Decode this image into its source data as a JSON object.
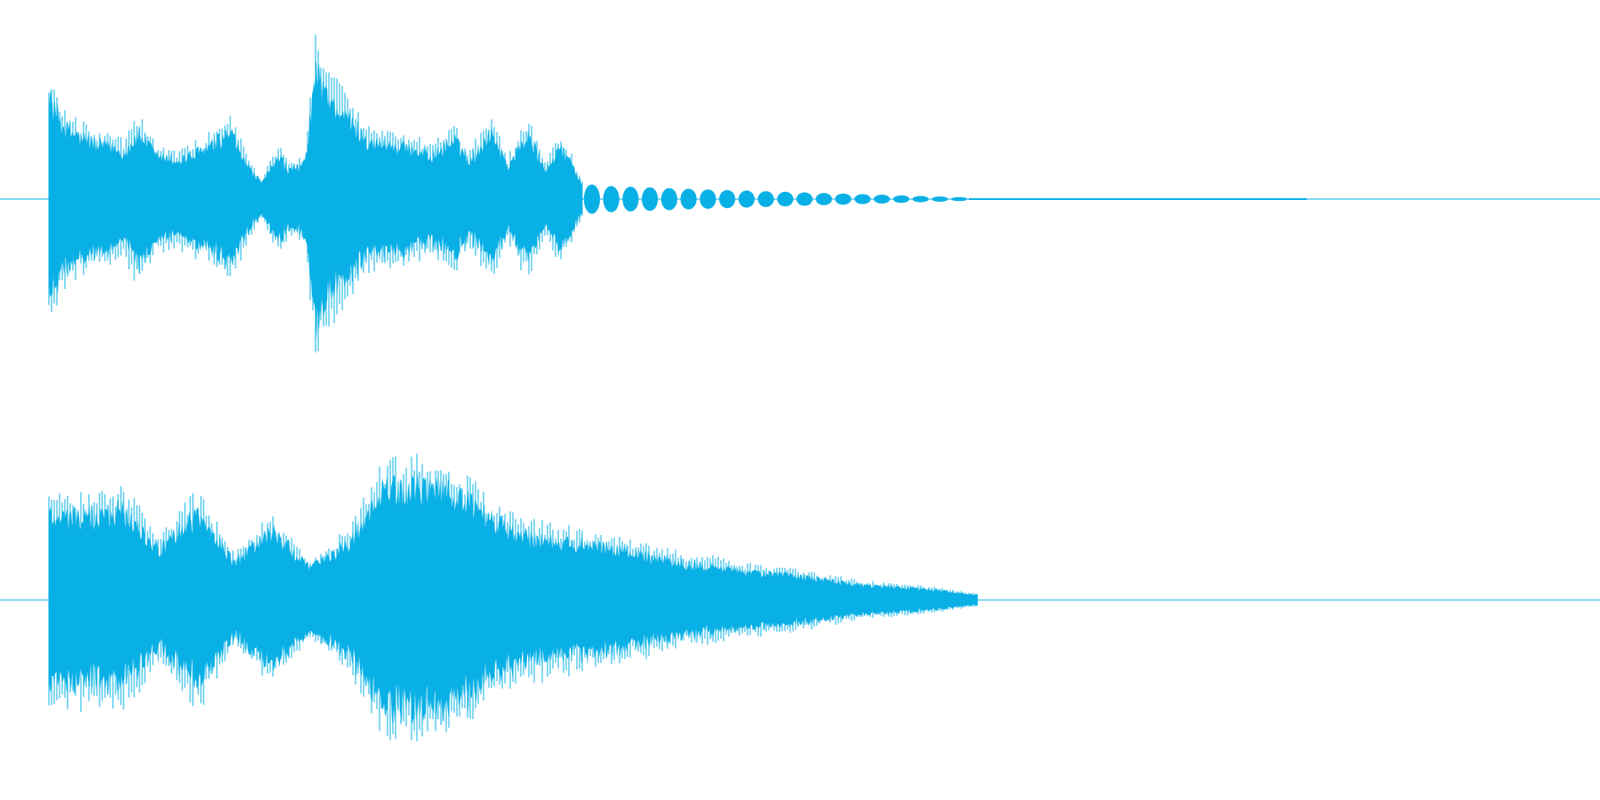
{
  "waveform": {
    "color": "#09b0e6",
    "background": "#ffffff",
    "channels": [
      {
        "channel": "upper",
        "segments": [
          [
            0.0,
            0.8
          ],
          [
            0.03,
            0.55
          ],
          [
            0.06,
            0.48
          ],
          [
            0.1,
            0.42
          ],
          [
            0.14,
            0.36
          ],
          [
            0.17,
            0.52
          ],
          [
            0.2,
            0.34
          ],
          [
            0.24,
            0.3
          ],
          [
            0.27,
            0.34
          ],
          [
            0.3,
            0.4
          ],
          [
            0.34,
            0.52
          ],
          [
            0.37,
            0.28
          ],
          [
            0.4,
            0.12
          ],
          [
            0.43,
            0.36
          ],
          [
            0.45,
            0.22
          ],
          [
            0.48,
            0.28
          ],
          [
            0.5,
            1.0
          ],
          [
            0.53,
            0.78
          ],
          [
            0.57,
            0.58
          ],
          [
            0.6,
            0.46
          ],
          [
            0.64,
            0.42
          ],
          [
            0.68,
            0.4
          ],
          [
            0.72,
            0.34
          ],
          [
            0.76,
            0.46
          ],
          [
            0.79,
            0.3
          ],
          [
            0.83,
            0.54
          ],
          [
            0.86,
            0.26
          ],
          [
            0.9,
            0.5
          ],
          [
            0.93,
            0.22
          ],
          [
            0.96,
            0.42
          ],
          [
            1.0,
            0.12
          ]
        ],
        "tail_lobes": [
          0.1,
          0.09,
          0.085,
          0.08,
          0.075,
          0.07,
          0.066,
          0.062,
          0.058,
          0.054,
          0.05,
          0.046,
          0.042,
          0.038,
          0.034,
          0.03,
          0.026,
          0.022,
          0.018,
          0.014
        ]
      },
      {
        "channel": "lower",
        "segments": [
          [
            0.0,
            0.7
          ],
          [
            0.04,
            0.66
          ],
          [
            0.08,
            0.72
          ],
          [
            0.12,
            0.4
          ],
          [
            0.16,
            0.7
          ],
          [
            0.2,
            0.3
          ],
          [
            0.24,
            0.56
          ],
          [
            0.28,
            0.26
          ],
          [
            0.32,
            0.44
          ],
          [
            0.36,
            0.88
          ],
          [
            0.4,
            0.92
          ],
          [
            0.44,
            0.84
          ],
          [
            0.48,
            0.62
          ],
          [
            0.52,
            0.5
          ],
          [
            0.56,
            0.46
          ],
          [
            0.6,
            0.42
          ],
          [
            0.64,
            0.36
          ],
          [
            0.68,
            0.3
          ],
          [
            0.72,
            0.27
          ],
          [
            0.76,
            0.22
          ],
          [
            0.8,
            0.2
          ],
          [
            0.84,
            0.16
          ],
          [
            0.88,
            0.12
          ],
          [
            0.92,
            0.1
          ],
          [
            0.96,
            0.08
          ],
          [
            1.0,
            0.04
          ]
        ]
      }
    ]
  }
}
